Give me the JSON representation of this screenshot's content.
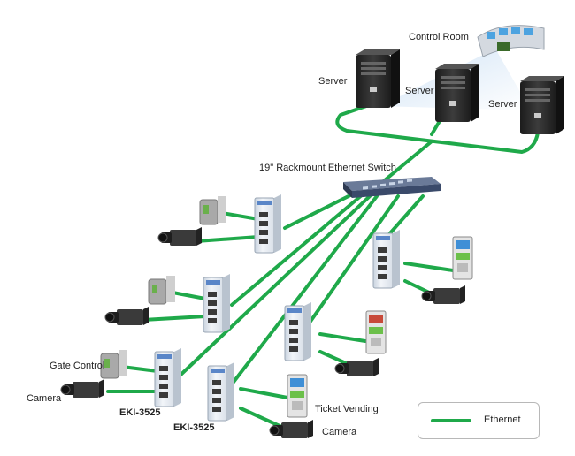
{
  "labels": {
    "control_room": "Control Room",
    "server_1": "Server",
    "server_2": "Server",
    "server_3": "Server",
    "rack_switch": "19\" Rackmount Ethernet Switch",
    "gate_control": "Gate Control",
    "camera_left": "Camera",
    "eki_1": "EKI-3525",
    "eki_2": "EKI-3525",
    "ticket_vending": "Ticket Vending",
    "camera_bottom": "Camera"
  },
  "legend": {
    "ethernet": "Ethernet"
  },
  "colors": {
    "ethernet": "#1fa94a",
    "server_body": "#2a2a2a",
    "switch_body": "#3a4a6a",
    "eki_body": "#e6eaf0",
    "eki_accent": "#5a86c8",
    "camera_body": "#3a3a3a",
    "control_room_beam": "#cfe2f5"
  },
  "icons": [
    "server-icon",
    "switch-icon",
    "eki-switch-icon",
    "camera-icon",
    "gate-control-icon",
    "ticket-vending-icon",
    "control-room-icon"
  ]
}
